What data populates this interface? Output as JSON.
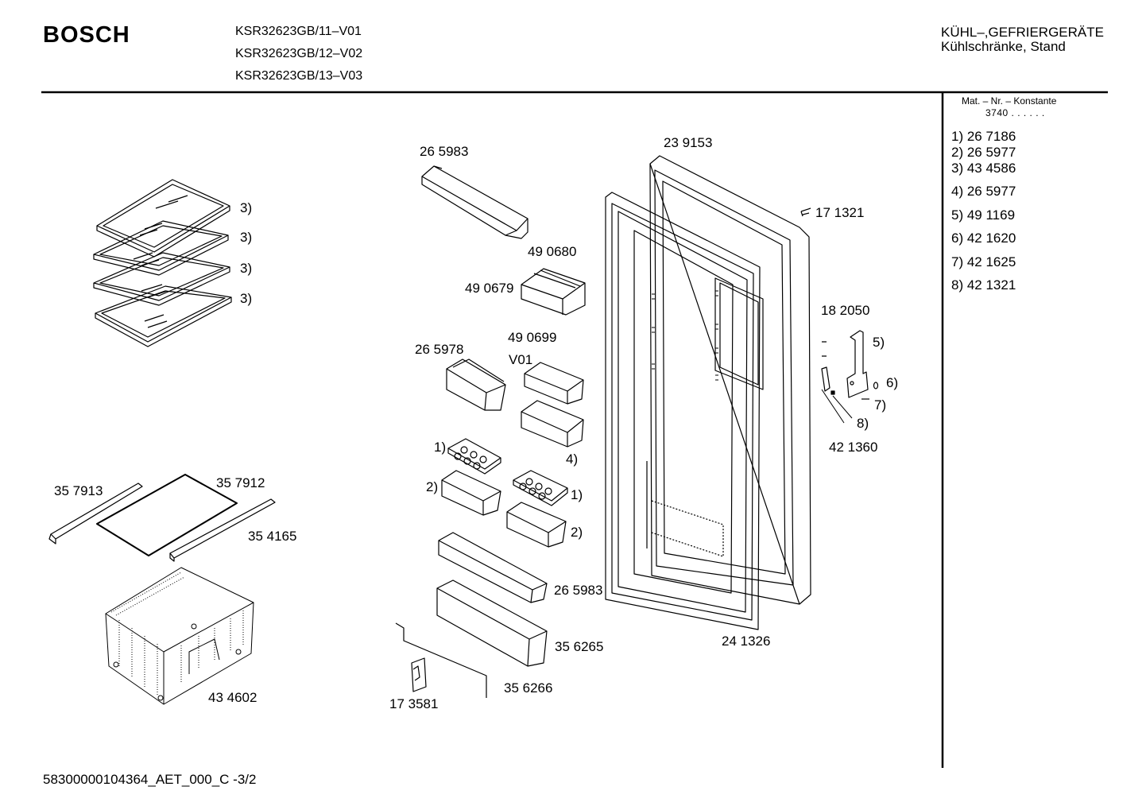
{
  "header": {
    "brand": "BOSCH",
    "models": [
      "KSR32623GB/11–V01",
      "KSR32623GB/12–V02",
      "KSR32623GB/13–V03"
    ],
    "category_line1": "KÜHL–,GEFRIERGERÄTE",
    "category_line2": "Kühlschränke, Stand"
  },
  "sidebar": {
    "mat_label": "Mat. – Nr. – Konstante",
    "mat_value": "3740 . . . . . .",
    "refs": [
      "1) 26 7186",
      "2) 26 5977",
      "3) 43 4586",
      "4) 26 5977",
      "5) 49 1169",
      "6) 42 1620",
      "7) 42 1625",
      "8) 42 1321"
    ]
  },
  "parts": {
    "shelf_ref_a": "3)",
    "shelf_ref_b": "3)",
    "shelf_ref_c": "3)",
    "shelf_ref_d": "3)",
    "p357913": "35 7913",
    "p357912": "35 7912",
    "p354165": "35 4165",
    "p434602": "43 4602",
    "p265983_top": "26 5983",
    "p490680": "49 0680",
    "p490679": "49 0679",
    "p490699": "49 0699",
    "v01": "V01",
    "p265978": "26 5978",
    "egg_ref_a": "1)",
    "egg_ref_b": "1)",
    "bin_ref_a": "2)",
    "bin_ref_b": "2)",
    "box_ref": "4)",
    "p265983_bot": "26 5983",
    "p356265": "35 6265",
    "p356266": "35 6266",
    "p173581": "17 3581",
    "p239153": "23 9153",
    "p171321": "17 1321",
    "p241326": "24 1326",
    "p182050": "18 2050",
    "ref5": "5)",
    "ref6": "6)",
    "ref7": "7)",
    "ref8": "8)",
    "p421360": "42 1360"
  },
  "footer": {
    "code": "58300000104364_AET_000_C  -3/2"
  }
}
